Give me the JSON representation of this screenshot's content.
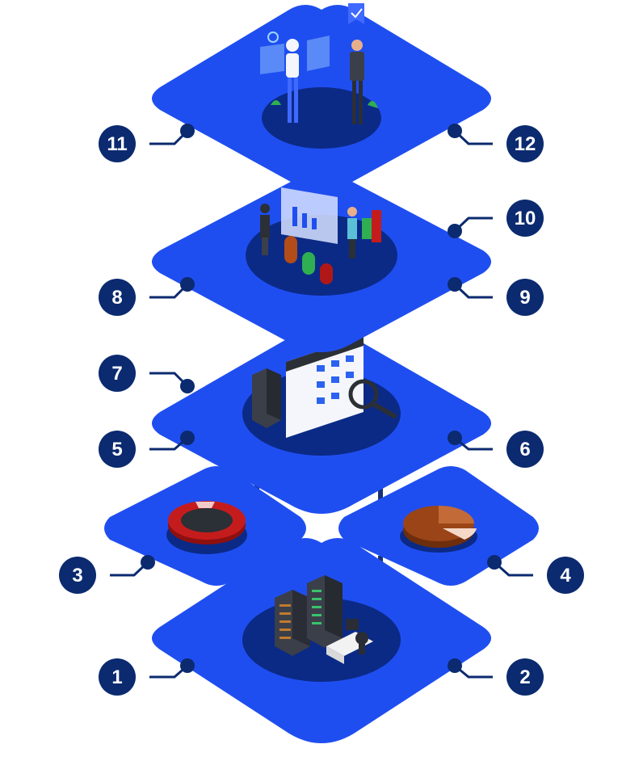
{
  "colors": {
    "platform": "#1f4ef0",
    "platform_shadow": "#0c2fa8",
    "inner_disc": "#0b2a86",
    "badge": "#0b2a6f",
    "connector": "#0b2a6f",
    "pillar": "#17307a"
  },
  "badges": [
    {
      "label": "1"
    },
    {
      "label": "2"
    },
    {
      "label": "3"
    },
    {
      "label": "4"
    },
    {
      "label": "5"
    },
    {
      "label": "6"
    },
    {
      "label": "7"
    },
    {
      "label": "8"
    },
    {
      "label": "9"
    },
    {
      "label": "10"
    },
    {
      "label": "11"
    },
    {
      "label": "12"
    }
  ],
  "illustrations": [
    {
      "icon": "server-rack-workstation-icon"
    },
    {
      "icon": "ring-chart-icon"
    },
    {
      "icon": "pie-chart-icon"
    },
    {
      "icon": "file-browser-magnifier-icon"
    },
    {
      "icon": "analytics-dashboard-people-icon"
    },
    {
      "icon": "robot-vr-collaboration-icon"
    }
  ]
}
